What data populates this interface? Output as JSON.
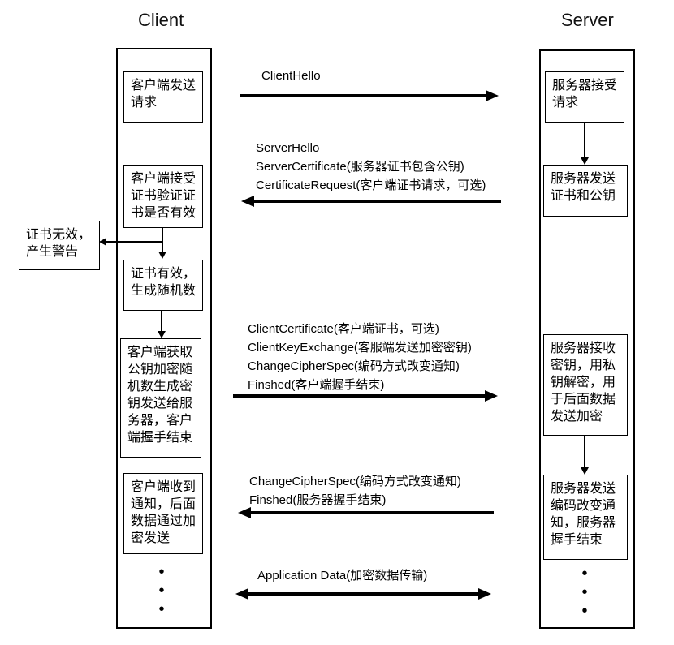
{
  "titles": {
    "client": "Client",
    "server": "Server"
  },
  "client": {
    "boxes": [
      {
        "text": "客户端发送\n请求"
      },
      {
        "text": "客户端接受\n证书验证证\n书是否有效"
      },
      {
        "text": "证书有效，\n生成随机数"
      },
      {
        "text": "客户端获取\n公钥加密随\n机数生成密\n钥发送给服\n务器，客户\n端握手结束"
      },
      {
        "text": "客户端收到\n通知，后面\n数据通过加\n密发送"
      }
    ],
    "warning": {
      "text": "证书无效，\n产生警告"
    }
  },
  "server": {
    "boxes": [
      {
        "text": "服务器接受\n请求"
      },
      {
        "text": "服务器发送\n证书和公钥"
      },
      {
        "text": "服务器接收\n密钥，用私\n钥解密，用\n于后面数据\n发送加密"
      },
      {
        "text": "服务器发送\n编码改变通\n知，服务器\n握手结束"
      }
    ]
  },
  "messages": [
    {
      "direction": "right",
      "lines": [
        "ClientHello"
      ]
    },
    {
      "direction": "left",
      "lines": [
        "ServerHello",
        "ServerCertificate(服务器证书包含公钥)",
        "CertificateRequest(客户端证书请求，可选)"
      ]
    },
    {
      "direction": "right",
      "lines": [
        "ClientCertificate(客户端证书，可选)",
        "ClientKeyExchange(客服端发送加密密钥)",
        "ChangeCipherSpec(编码方式改变通知)",
        "Finshed(客户端握手结束)"
      ]
    },
    {
      "direction": "left",
      "lines": [
        "ChangeCipherSpec(编码方式改变通知)",
        "Finshed(服务器握手结束)"
      ]
    },
    {
      "direction": "both",
      "lines": [
        "Application Data(加密数据传输)"
      ]
    }
  ],
  "dots": "•\n•\n•",
  "colors": {
    "line": "#000000",
    "background": "#ffffff",
    "text": "#000000"
  }
}
